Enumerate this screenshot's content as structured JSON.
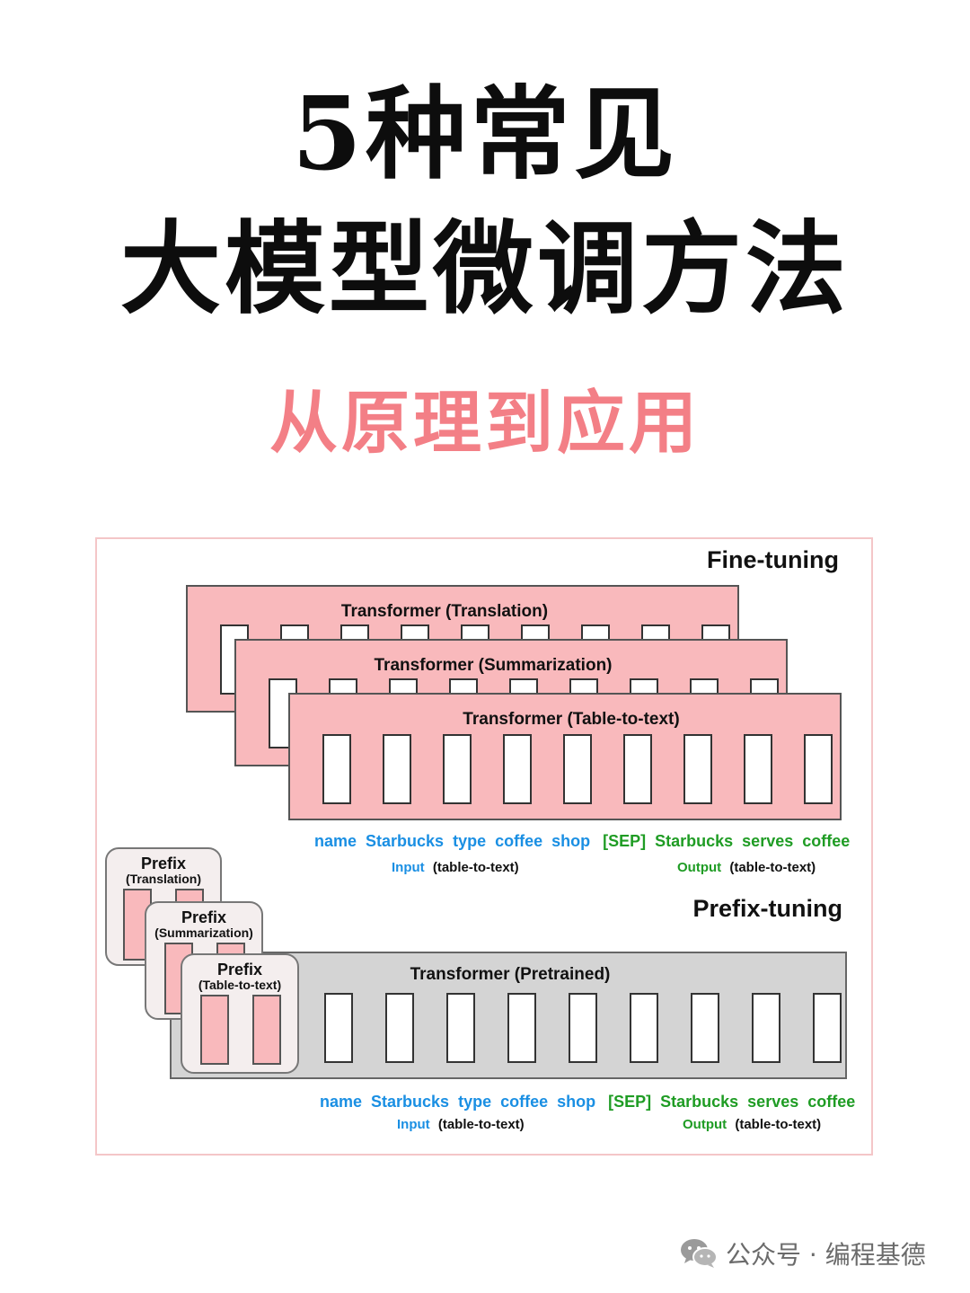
{
  "title": {
    "line1": "5种常见",
    "line2": "大模型微调方法"
  },
  "subtitle": "从原理到应用",
  "diagram": {
    "finetuning": {
      "label": "Fine-tuning",
      "panels": [
        "Transformer (Translation)",
        "Transformer (Summarization)",
        "Transformer (Table-to-text)"
      ],
      "tokens": {
        "input": [
          "name",
          "Starbucks",
          "type",
          "coffee",
          "shop"
        ],
        "output": [
          "[SEP]",
          "Starbucks",
          "serves",
          "coffee"
        ]
      },
      "input_caption": {
        "key": "Input",
        "rest": "(table-to-text)"
      },
      "output_caption": {
        "key": "Output",
        "rest": "(table-to-text)"
      }
    },
    "prefixtuning": {
      "label": "Prefix-tuning",
      "transformer": "Transformer  (Pretrained)",
      "prefixes": [
        {
          "title": "Prefix",
          "task": "(Translation)"
        },
        {
          "title": "Prefix",
          "task": "(Summarization)"
        },
        {
          "title": "Prefix",
          "task": "(Table-to-text)"
        }
      ],
      "tokens": {
        "input": [
          "name",
          "Starbucks",
          "type",
          "coffee",
          "shop"
        ],
        "output": [
          "[SEP]",
          "Starbucks",
          "serves",
          "coffee"
        ]
      },
      "input_caption": {
        "key": "Input",
        "rest": "(table-to-text)"
      },
      "output_caption": {
        "key": "Output",
        "rest": "(table-to-text)"
      }
    },
    "colors": {
      "pink_fill": "#f9b9bc",
      "gray_fill": "#d4d4d4",
      "prefix_box": "#f4eeee",
      "input_blue": "#1a8fe3",
      "output_green": "#1f9c24"
    }
  },
  "footer": {
    "icon": "wechat-icon",
    "text": "公众号 · 编程基德"
  }
}
